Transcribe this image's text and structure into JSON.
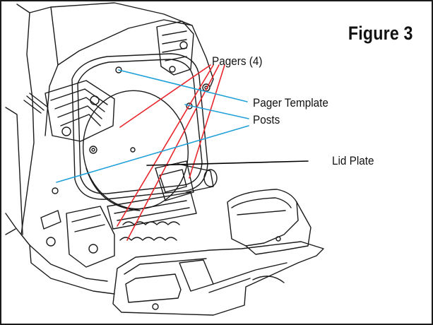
{
  "figure": {
    "title": "Figure 3"
  },
  "callouts": {
    "pagers": "Pagers (4)",
    "pager_template": "Pager Template",
    "posts": "Posts",
    "lid_plate": "Lid Plate"
  },
  "colors": {
    "pagers_leader": "#e8262c",
    "template_leader": "#1fa0d8",
    "lid_leader": "#000000",
    "linework": "#1a1a1a"
  }
}
